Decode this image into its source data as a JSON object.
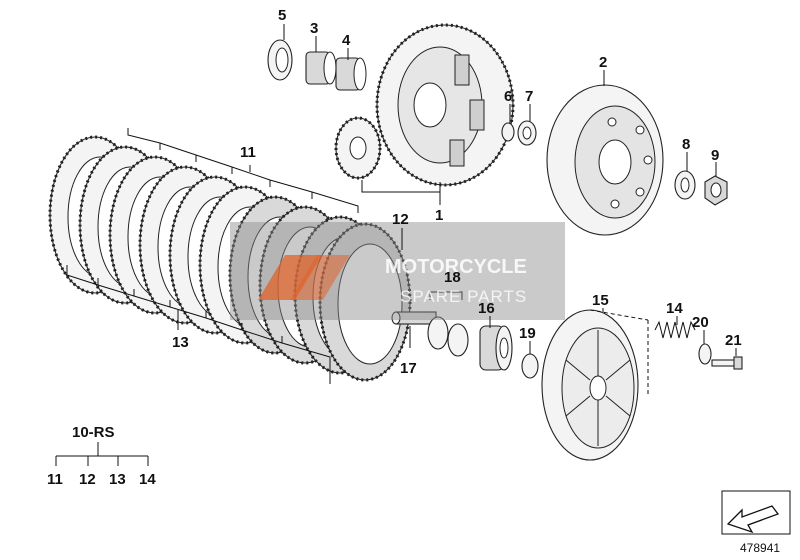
{
  "callouts": {
    "c1": "1",
    "c2": "2",
    "c3": "3",
    "c4": "4",
    "c5": "5",
    "c6": "6",
    "c7": "7",
    "c8": "8",
    "c9": "9",
    "c11": "11",
    "c12": "12",
    "c13": "13",
    "c14": "14",
    "c15": "15",
    "c16": "16",
    "c17": "17",
    "c18": "18",
    "c19": "19",
    "c20": "20",
    "c21": "21"
  },
  "kit": {
    "label": "10-RS",
    "items": [
      "11",
      "12",
      "13",
      "14"
    ]
  },
  "watermark": {
    "line1": "MOTORCYCLE",
    "line2": "SPARE PARTS"
  },
  "reference_number": "478941",
  "colors": {
    "watermark_orange": "#e0632a",
    "watermark_gray": "#8a8a8a"
  }
}
